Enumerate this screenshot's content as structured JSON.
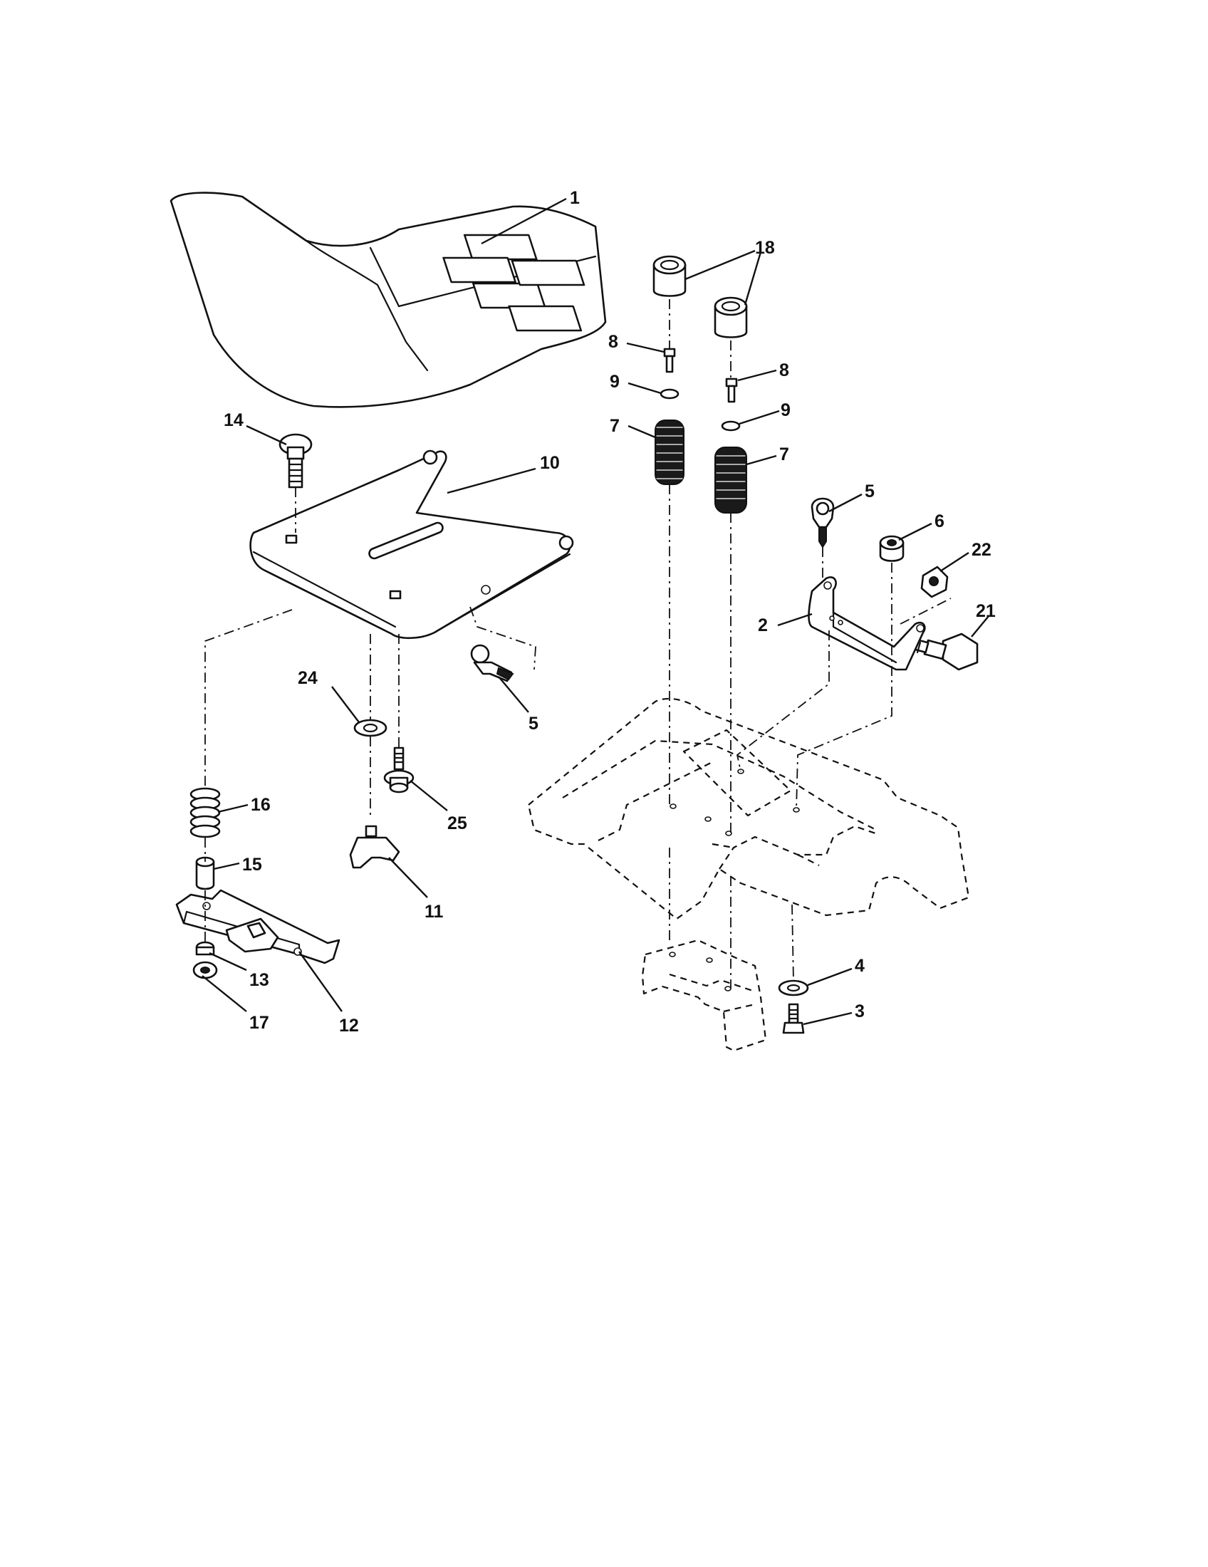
{
  "callouts": [
    {
      "id": "c-1",
      "label": "1",
      "part": "seat"
    },
    {
      "id": "c-18a",
      "label": "18",
      "part": "bumper"
    },
    {
      "id": "c-8a",
      "label": "8",
      "part": "bolt"
    },
    {
      "id": "c-9a",
      "label": "9",
      "part": "washer"
    },
    {
      "id": "c-7a",
      "label": "7",
      "part": "spring"
    },
    {
      "id": "c-8b",
      "label": "8",
      "part": "bolt"
    },
    {
      "id": "c-9b",
      "label": "9",
      "part": "washer"
    },
    {
      "id": "c-7b",
      "label": "7",
      "part": "spring"
    },
    {
      "id": "c-14",
      "label": "14",
      "part": "carriage-bolt"
    },
    {
      "id": "c-10",
      "label": "10",
      "part": "seat-pan"
    },
    {
      "id": "c-5a",
      "label": "5",
      "part": "clip"
    },
    {
      "id": "c-6",
      "label": "6",
      "part": "nut"
    },
    {
      "id": "c-22",
      "label": "22",
      "part": "nut"
    },
    {
      "id": "c-21",
      "label": "21",
      "part": "shoulder-bolt"
    },
    {
      "id": "c-2",
      "label": "2",
      "part": "bracket"
    },
    {
      "id": "c-24",
      "label": "24",
      "part": "washer"
    },
    {
      "id": "c-5b",
      "label": "5",
      "part": "clip"
    },
    {
      "id": "c-16",
      "label": "16",
      "part": "spring"
    },
    {
      "id": "c-25",
      "label": "25",
      "part": "bolt"
    },
    {
      "id": "c-15",
      "label": "15",
      "part": "spacer"
    },
    {
      "id": "c-11",
      "label": "11",
      "part": "knob"
    },
    {
      "id": "c-13",
      "label": "13",
      "part": "nut"
    },
    {
      "id": "c-12",
      "label": "12",
      "part": "slide-plate"
    },
    {
      "id": "c-17",
      "label": "17",
      "part": "nut"
    },
    {
      "id": "c-4",
      "label": "4",
      "part": "washer"
    },
    {
      "id": "c-3",
      "label": "3",
      "part": "bolt"
    }
  ]
}
